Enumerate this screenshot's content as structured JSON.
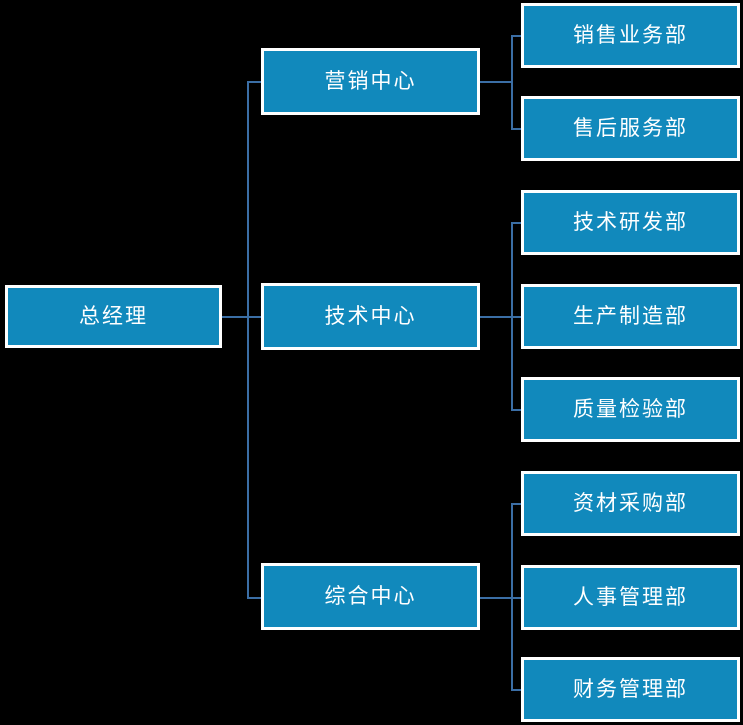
{
  "diagram": {
    "title": "",
    "type": "organization-chart",
    "background_color": "#000000",
    "node_fill_color": "#1189bc",
    "node_border_color": "#ffffff",
    "node_text_color": "#ffffff",
    "connector_color": "#3b6ea5",
    "root": {
      "label": "总经理"
    },
    "divisions": [
      {
        "label": "营销中心",
        "departments": [
          {
            "label": "销售业务部"
          },
          {
            "label": "售后服务部"
          }
        ]
      },
      {
        "label": "技术中心",
        "departments": [
          {
            "label": "技术研发部"
          },
          {
            "label": "生产制造部"
          },
          {
            "label": "质量检验部"
          }
        ]
      },
      {
        "label": "综合中心",
        "departments": [
          {
            "label": "资材采购部"
          },
          {
            "label": "人事管理部"
          },
          {
            "label": "财务管理部"
          }
        ]
      }
    ]
  }
}
